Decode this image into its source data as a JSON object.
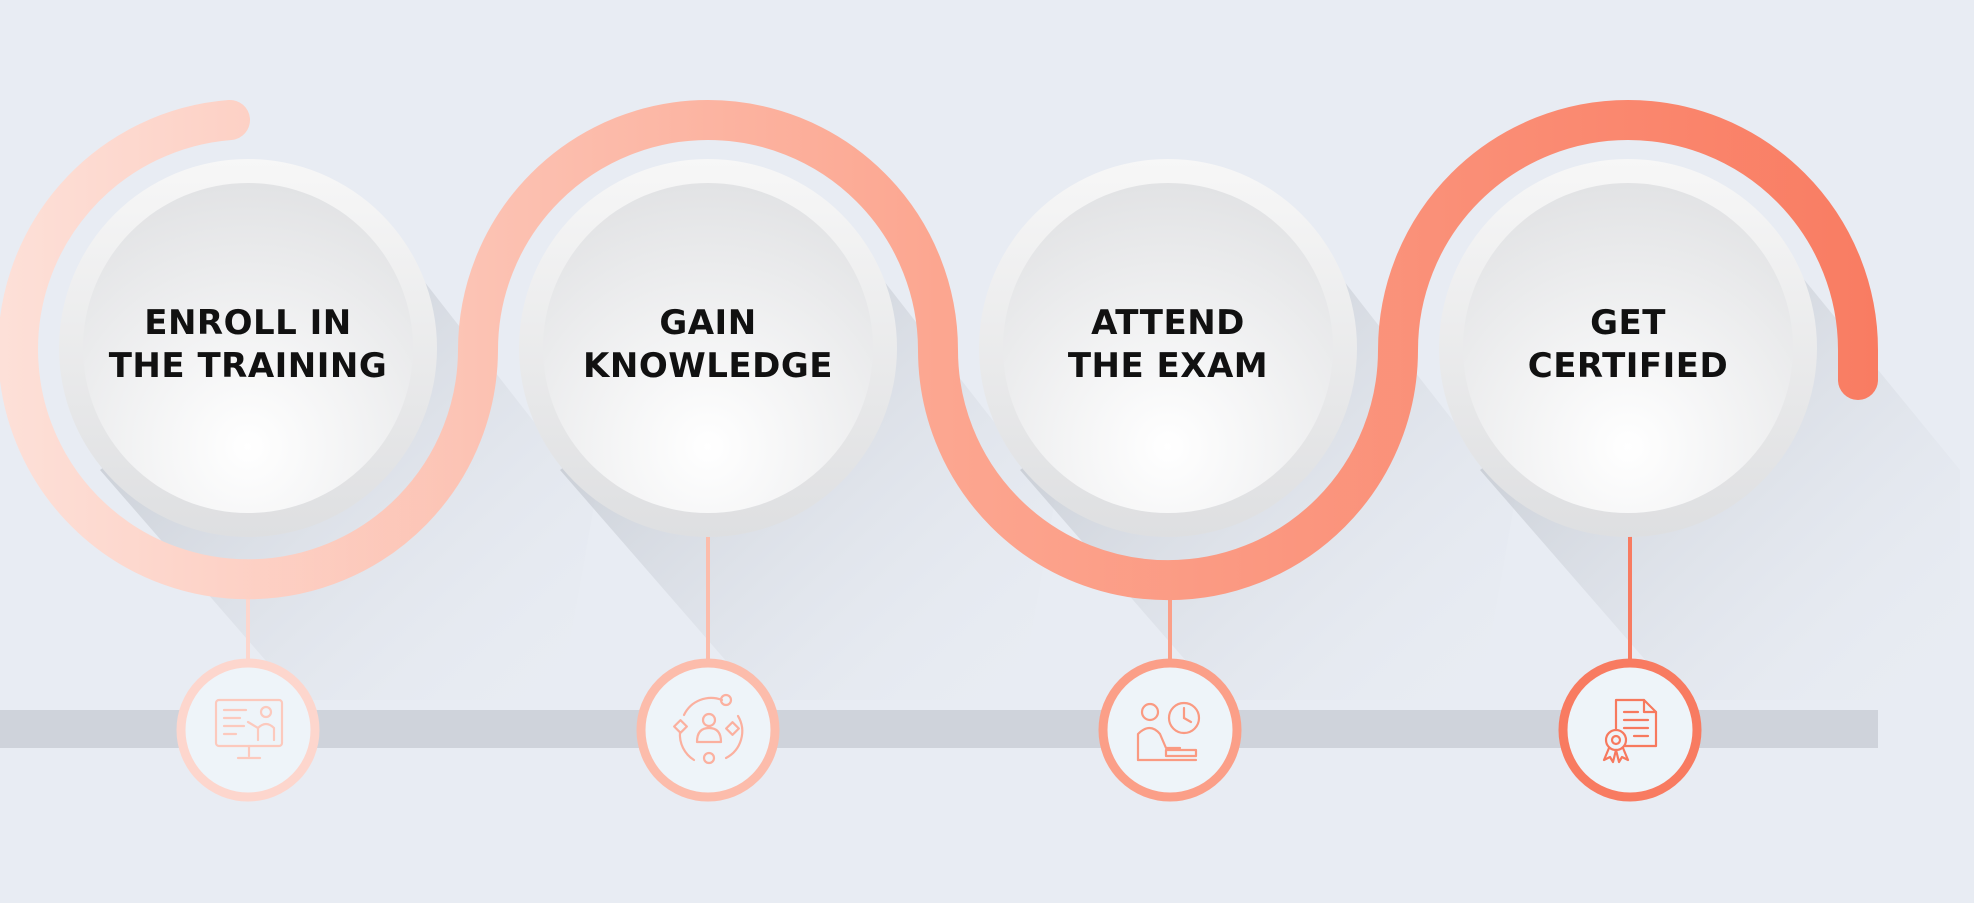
{
  "steps": [
    {
      "line1": "ENROLL IN",
      "line2": "THE TRAINING",
      "icon": "training-presentation-icon"
    },
    {
      "line1": "GAIN",
      "line2": "KNOWLEDGE",
      "icon": "knowledge-cycle-icon"
    },
    {
      "line1": "ATTEND",
      "line2": "THE EXAM",
      "icon": "exam-timer-icon"
    },
    {
      "line1": "GET",
      "line2": "CERTIFIED",
      "icon": "certificate-icon"
    }
  ],
  "colors": {
    "background": "#e8ecf3",
    "path_start": "#fdd9d0",
    "path_end": "#fa7f65",
    "step_ring_1": "#fdd6cd",
    "step_ring_2": "#fcbcab",
    "step_ring_3": "#fb9f88",
    "step_ring_4": "#f87b61",
    "timeline_bar": "#cfd3db",
    "icon_disc": "#eef4f9"
  }
}
